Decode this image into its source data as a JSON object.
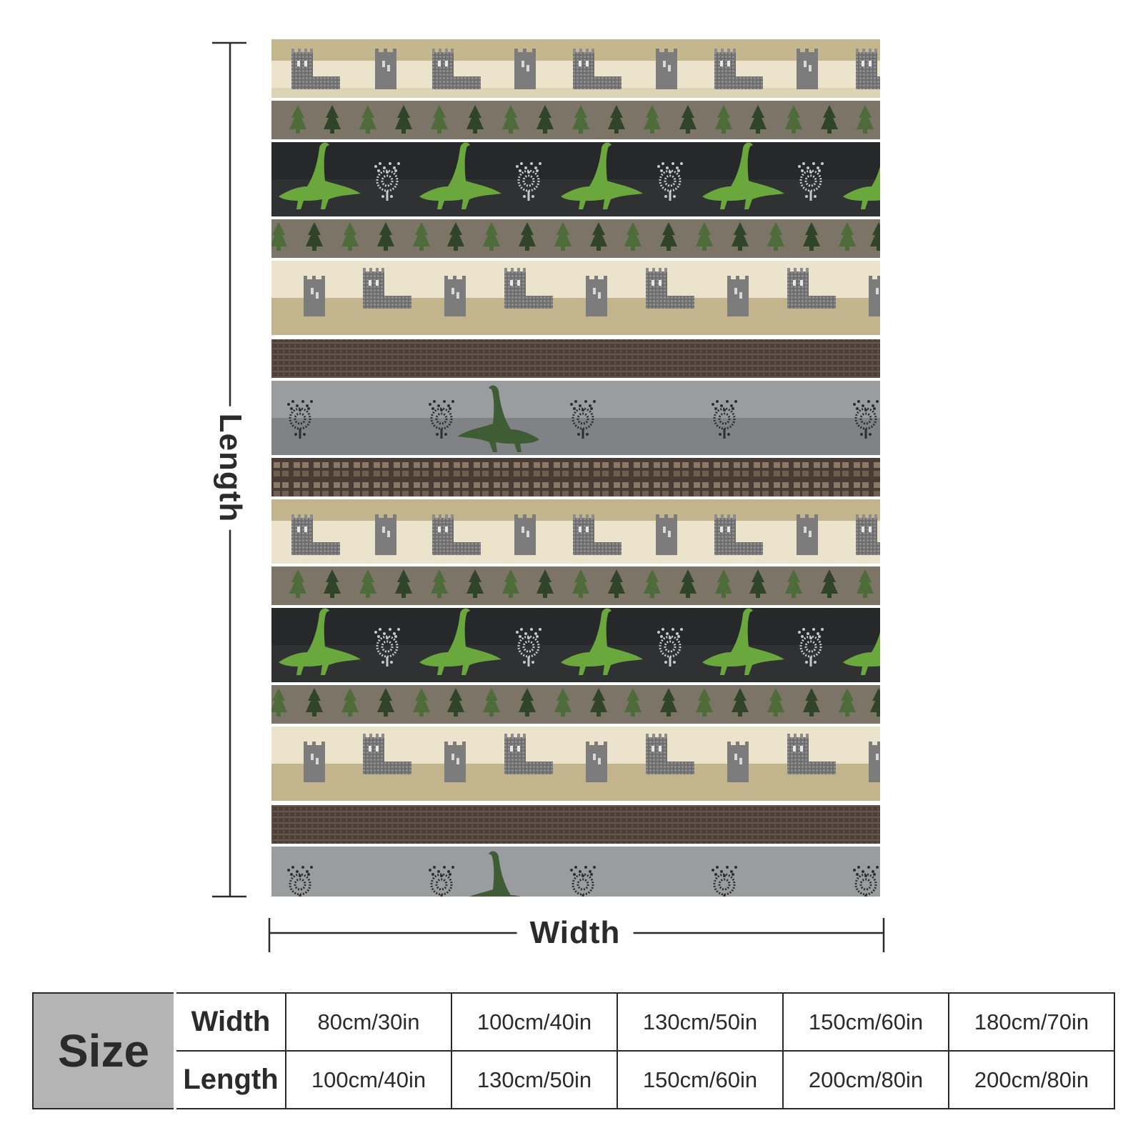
{
  "dimensions": {
    "length_label": "Length",
    "width_label": "Width"
  },
  "size_table": {
    "heading": "Size",
    "rows": [
      {
        "label": "Width",
        "values": [
          "80cm/30in",
          "100cm/40in",
          "130cm/50in",
          "150cm/60in",
          "180cm/70in"
        ]
      },
      {
        "label": "Length",
        "values": [
          "100cm/40in",
          "130cm/50in",
          "150cm/60in",
          "200cm/80in",
          "200cm/80in"
        ]
      }
    ]
  },
  "colors": {
    "ink": "#2b2b2b",
    "size_header_bg": "#b4b4b4",
    "cream": "#ebe3cb",
    "khaki": "#c2b58d",
    "taupe": "#7d7468",
    "dark_band": "#27282a",
    "slate": "#8a8c8f",
    "tweed": "#4e4038",
    "nessie_green": "#6aa83d",
    "nessie_dark": "#3f5d35",
    "tree_green": "#4e6b3a",
    "castle_grey": "#7a7a7a"
  },
  "pattern": {
    "bands": [
      "castle",
      "trees",
      "nessie-dark",
      "trees",
      "castle-alt",
      "tweed",
      "nessie-slate",
      "tweed-check",
      "castle",
      "trees",
      "nessie-dark",
      "trees",
      "castle-alt",
      "tweed",
      "nessie-slate"
    ],
    "motifs": [
      "castle-icon",
      "tree-icon",
      "nessie-icon",
      "thistle-icon"
    ]
  }
}
